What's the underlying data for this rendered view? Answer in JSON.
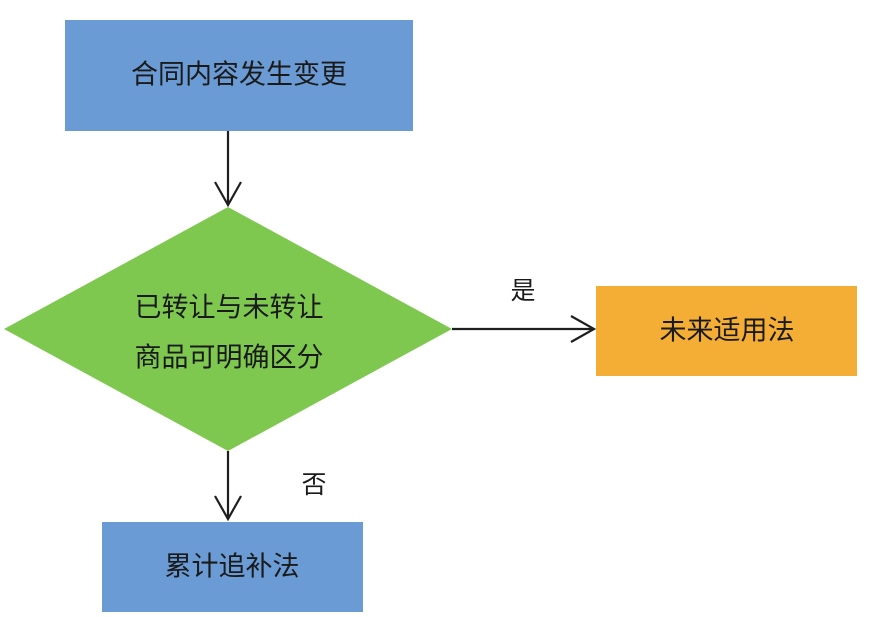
{
  "diagram": {
    "start_node": {
      "text": "合同内容发生变更",
      "fill": "#6b9bd4"
    },
    "decision_node": {
      "line1": "已转让与未转让",
      "line2": "商品可明确区分",
      "fill": "#7ec850"
    },
    "yes_node": {
      "text": "未来适用法",
      "fill": "#f4ae35"
    },
    "no_node": {
      "text": "累计追补法",
      "fill": "#6b9bd4"
    },
    "yes_label": "是",
    "no_label": "否",
    "arrow_color": "#1f1f1f"
  }
}
